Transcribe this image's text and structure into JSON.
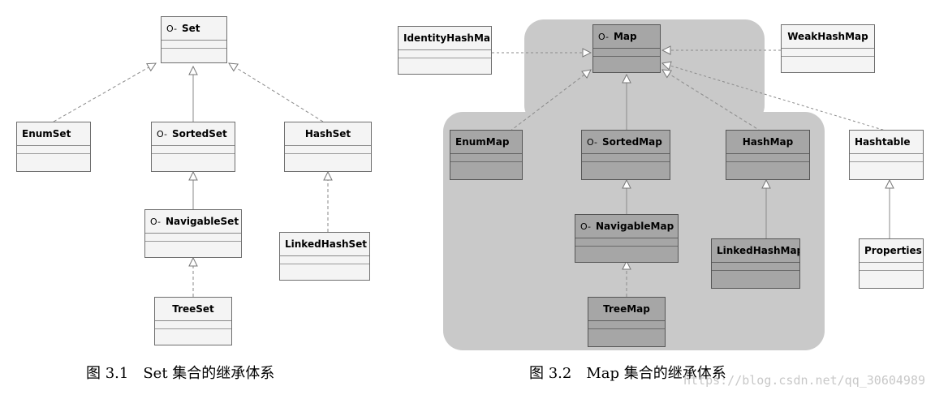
{
  "figure1": {
    "caption": "图 3.1　Set 集合的继承体系",
    "nodes": {
      "set": "Set",
      "enum_set": "EnumSet",
      "sorted_set": "SortedSet",
      "hash_set": "HashSet",
      "navigable_set": "NavigableSet",
      "linked_hash_set": "LinkedHashSet",
      "tree_set": "TreeSet"
    }
  },
  "figure2": {
    "caption": "图 3.2　Map 集合的继承体系",
    "nodes": {
      "identity_hash_map": "IdentityHashMap",
      "map": "Map",
      "weak_hash_map": "WeakHashMap",
      "enum_map": "EnumMap",
      "sorted_map": "SortedMap",
      "hash_map": "HashMap",
      "hashtable": "Hashtable",
      "navigable_map": "NavigableMap",
      "linked_hash_map": "LinkedHashMap",
      "properties": "Properties",
      "tree_map": "TreeMap"
    }
  },
  "interface_icon": "O-",
  "watermark": "https://blog.csdn.net/qq_30604989"
}
